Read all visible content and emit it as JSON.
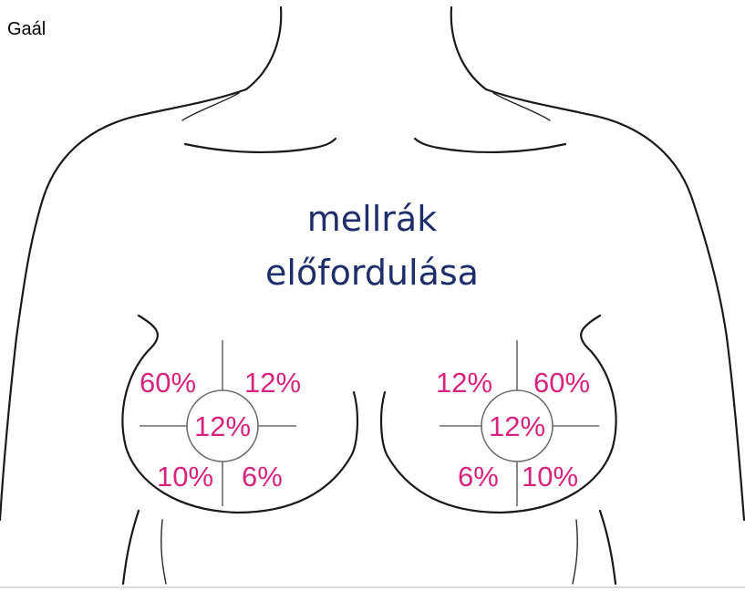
{
  "author": "Gaál",
  "title": {
    "line1": "mellrák",
    "line2": "előfordulása"
  },
  "colors": {
    "title": "#1f2d6b",
    "percentages": "#d6247e",
    "outline": "#1a1a1a"
  },
  "left_breast": {
    "upper_outer": "60%",
    "upper_inner": "12%",
    "central": "12%",
    "lower_outer": "10%",
    "lower_inner": "6%"
  },
  "right_breast": {
    "upper_inner": "12%",
    "upper_outer": "60%",
    "central": "12%",
    "lower_inner": "6%",
    "lower_outer": "10%"
  }
}
